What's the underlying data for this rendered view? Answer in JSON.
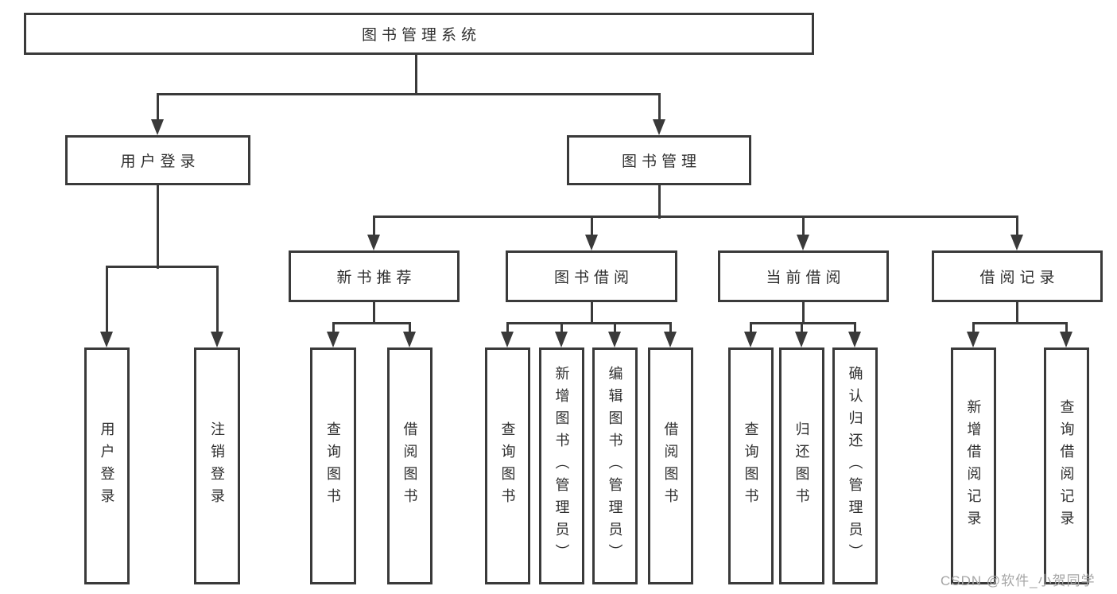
{
  "diagram_title": "图书管理系统",
  "tree": {
    "root": {
      "label": "图书管理系统",
      "children": [
        {
          "label": "用户登录",
          "children": [
            {
              "label": "用户登录"
            },
            {
              "label": "注销登录"
            }
          ]
        },
        {
          "label": "图书管理",
          "children": [
            {
              "label": "新书推荐",
              "children": [
                {
                  "label": "查询图书"
                },
                {
                  "label": "借阅图书"
                }
              ]
            },
            {
              "label": "图书借阅",
              "children": [
                {
                  "label": "查询图书"
                },
                {
                  "label": "新增图书（管理员）"
                },
                {
                  "label": "编辑图书（管理员）"
                },
                {
                  "label": "借阅图书"
                }
              ]
            },
            {
              "label": "当前借阅",
              "children": [
                {
                  "label": "查询图书"
                },
                {
                  "label": "归还图书"
                },
                {
                  "label": "确认归还（管理员）"
                }
              ]
            },
            {
              "label": "借阅记录",
              "children": [
                {
                  "label": "新增借阅记录"
                },
                {
                  "label": "查询借阅记录"
                }
              ]
            }
          ]
        }
      ]
    }
  },
  "watermark": "CSDN @软件_小贺同学",
  "colors": {
    "line": "#3a3a3a",
    "text": "#2f2f2f",
    "watermark": "#a6a6a6",
    "background": "#ffffff"
  }
}
